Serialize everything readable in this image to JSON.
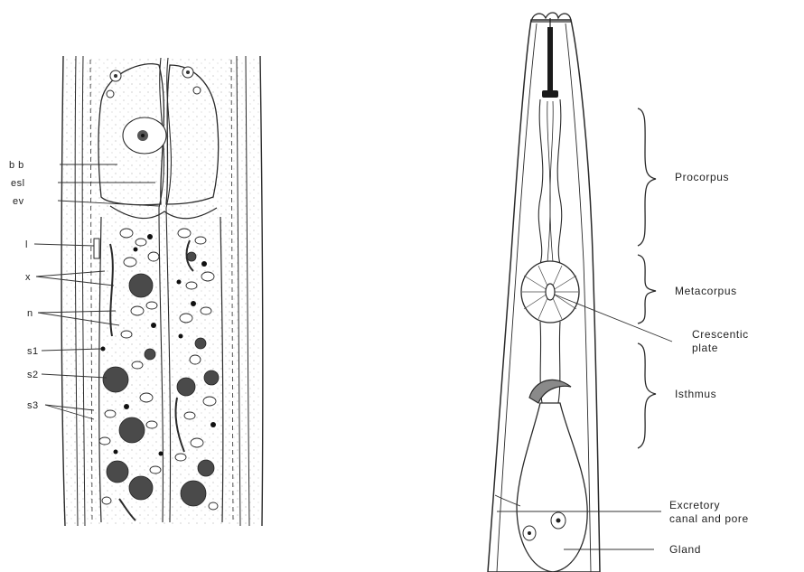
{
  "left_figure": {
    "labels": [
      {
        "id": "bb",
        "text": "b b"
      },
      {
        "id": "esl",
        "text": "esl"
      },
      {
        "id": "ev",
        "text": "ev"
      },
      {
        "id": "l",
        "text": "l"
      },
      {
        "id": "x",
        "text": "x"
      },
      {
        "id": "n",
        "text": "n"
      },
      {
        "id": "s1",
        "text": "s1"
      },
      {
        "id": "s2",
        "text": "s2"
      },
      {
        "id": "s3",
        "text": "s3"
      }
    ]
  },
  "right_figure": {
    "labels": [
      {
        "id": "procorpus",
        "lines": [
          "Procorpus"
        ]
      },
      {
        "id": "metacorpus",
        "lines": [
          "Metacorpus"
        ]
      },
      {
        "id": "crescentic",
        "lines": [
          "Crescentic",
          "plate"
        ]
      },
      {
        "id": "isthmus",
        "lines": [
          "Isthmus"
        ]
      },
      {
        "id": "excretory",
        "lines": [
          "Excretory",
          "canal and pore"
        ]
      },
      {
        "id": "gland",
        "lines": [
          "Gland"
        ]
      }
    ]
  }
}
